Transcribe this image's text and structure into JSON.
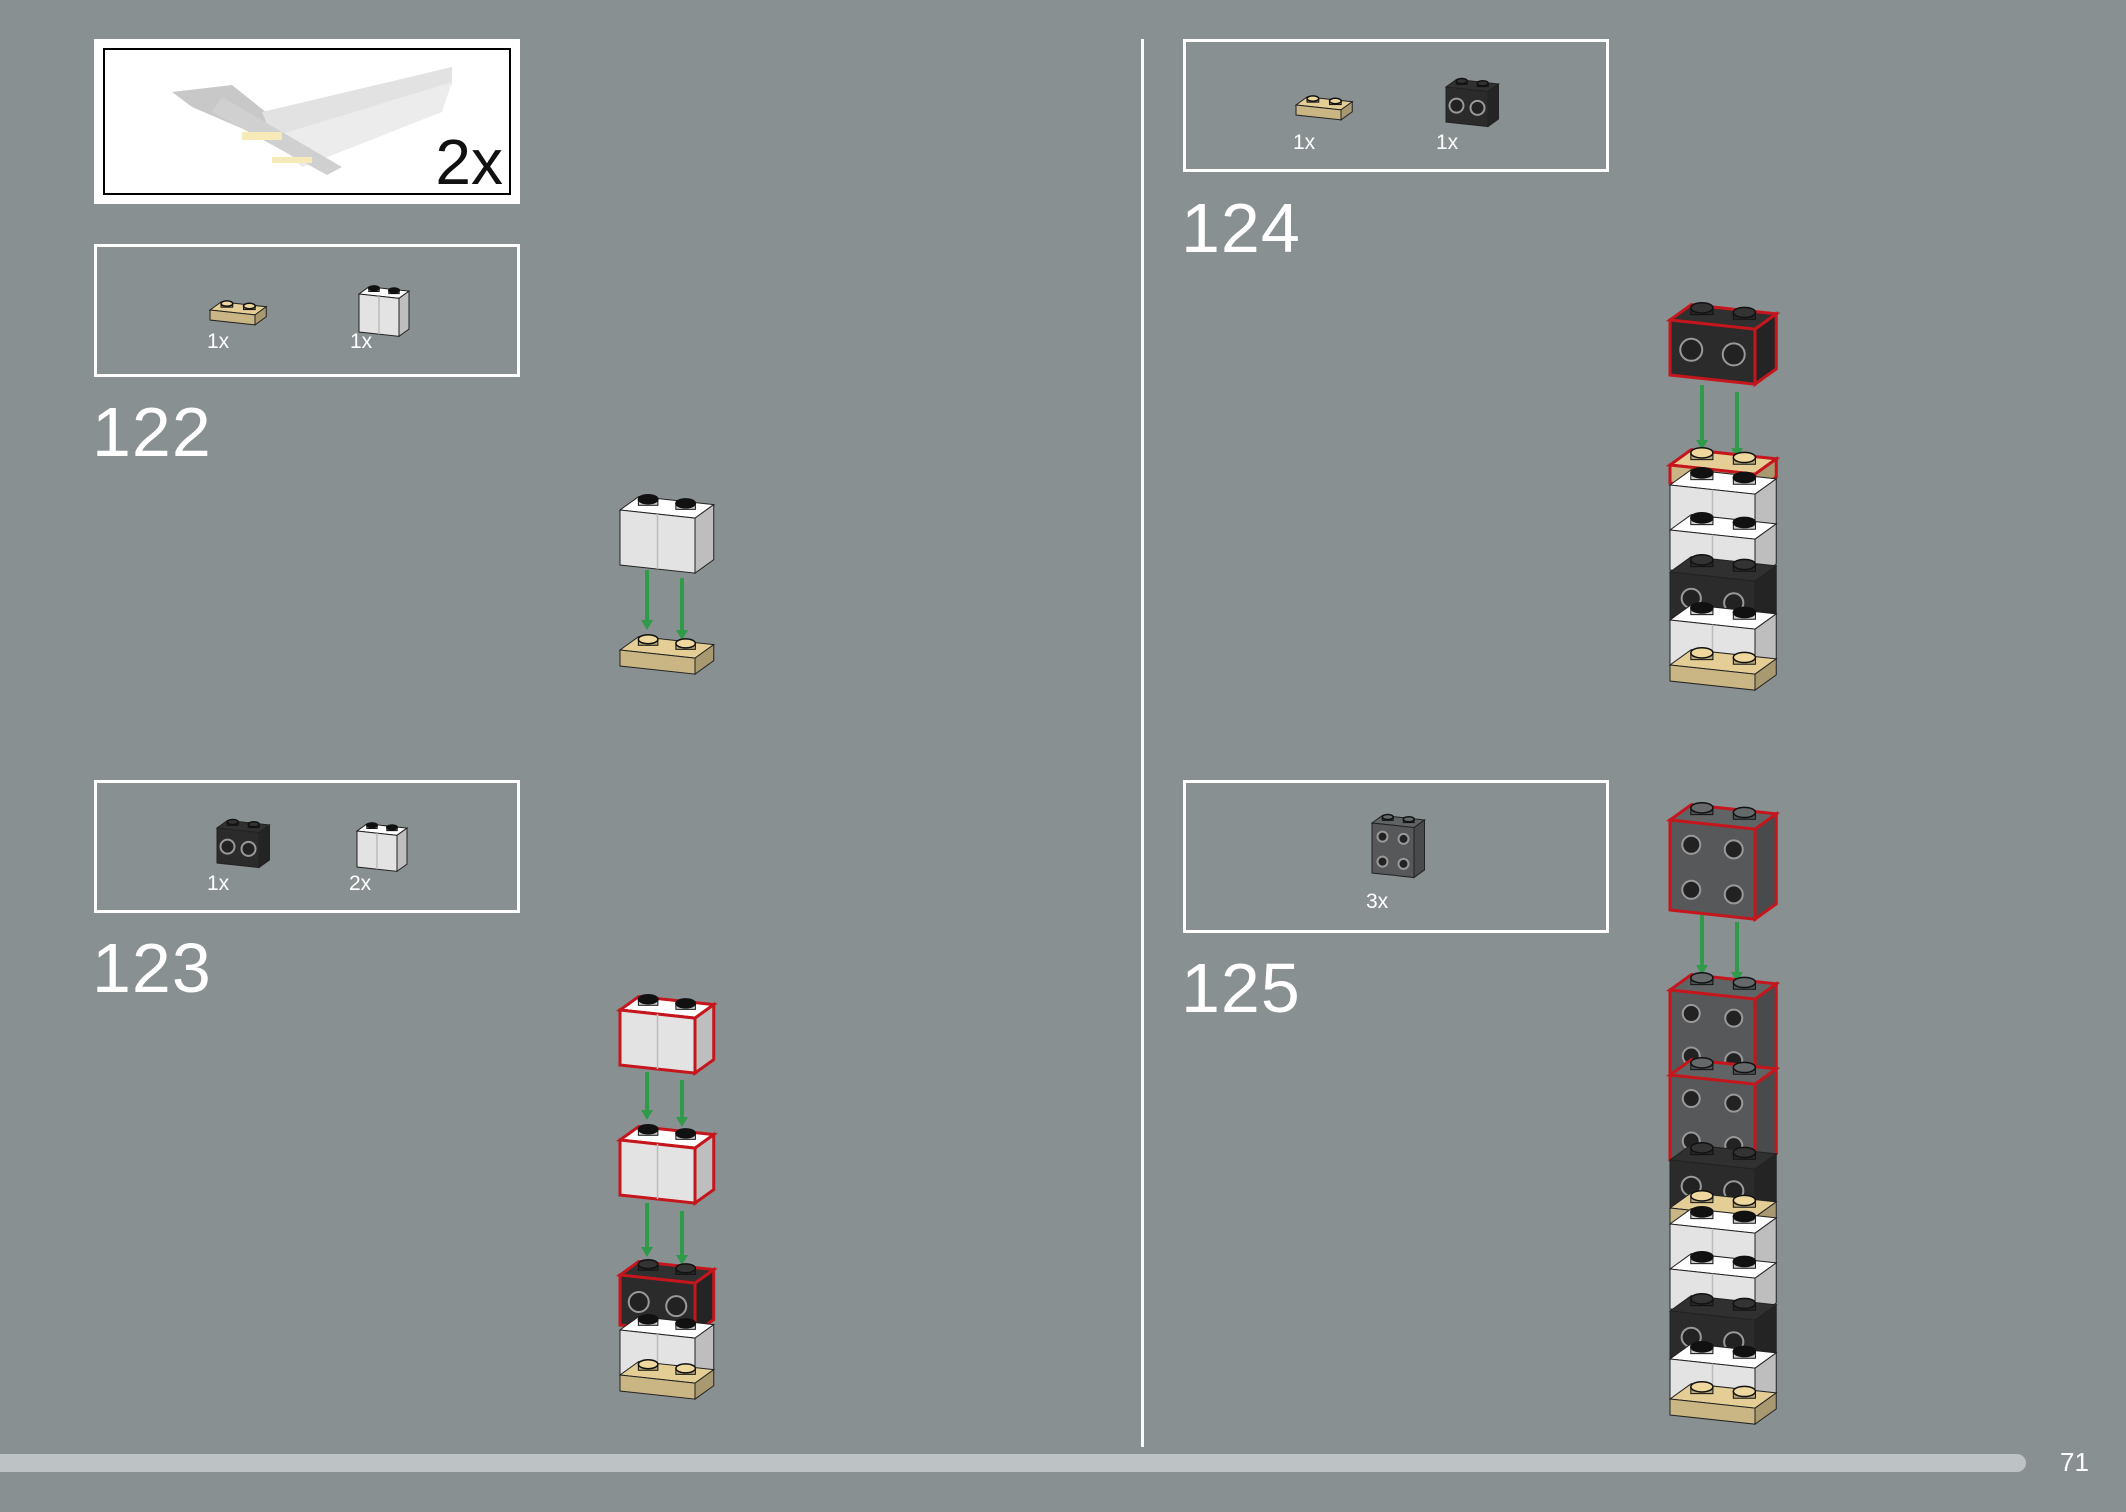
{
  "colors": {
    "background": "#899092",
    "tan": "#d9c48f",
    "white": "#f4f4f4",
    "black": "#2e2e2e",
    "dark_grey": "#5c5f60",
    "highlight": "#c4161c",
    "arrow": "#2f9a4a",
    "bar": "#bdc2c4"
  },
  "submodel": {
    "multiplier": "2x"
  },
  "steps": [
    {
      "number": "122",
      "parts": [
        {
          "name": "tan-plate-1x2",
          "qty": "1x"
        },
        {
          "name": "white-log-brick-1x2",
          "qty": "1x"
        }
      ]
    },
    {
      "number": "123",
      "parts": [
        {
          "name": "black-brick-1x2-studs-side",
          "qty": "1x"
        },
        {
          "name": "white-log-brick-1x2",
          "qty": "2x"
        }
      ]
    },
    {
      "number": "124",
      "parts": [
        {
          "name": "tan-plate-1x2",
          "qty": "1x"
        },
        {
          "name": "black-brick-1x2-studs-side",
          "qty": "1x"
        }
      ]
    },
    {
      "number": "125",
      "parts": [
        {
          "name": "dark-grey-brick-1x2-studs-side-4",
          "qty": "3x"
        }
      ]
    }
  ],
  "page_number": "71"
}
